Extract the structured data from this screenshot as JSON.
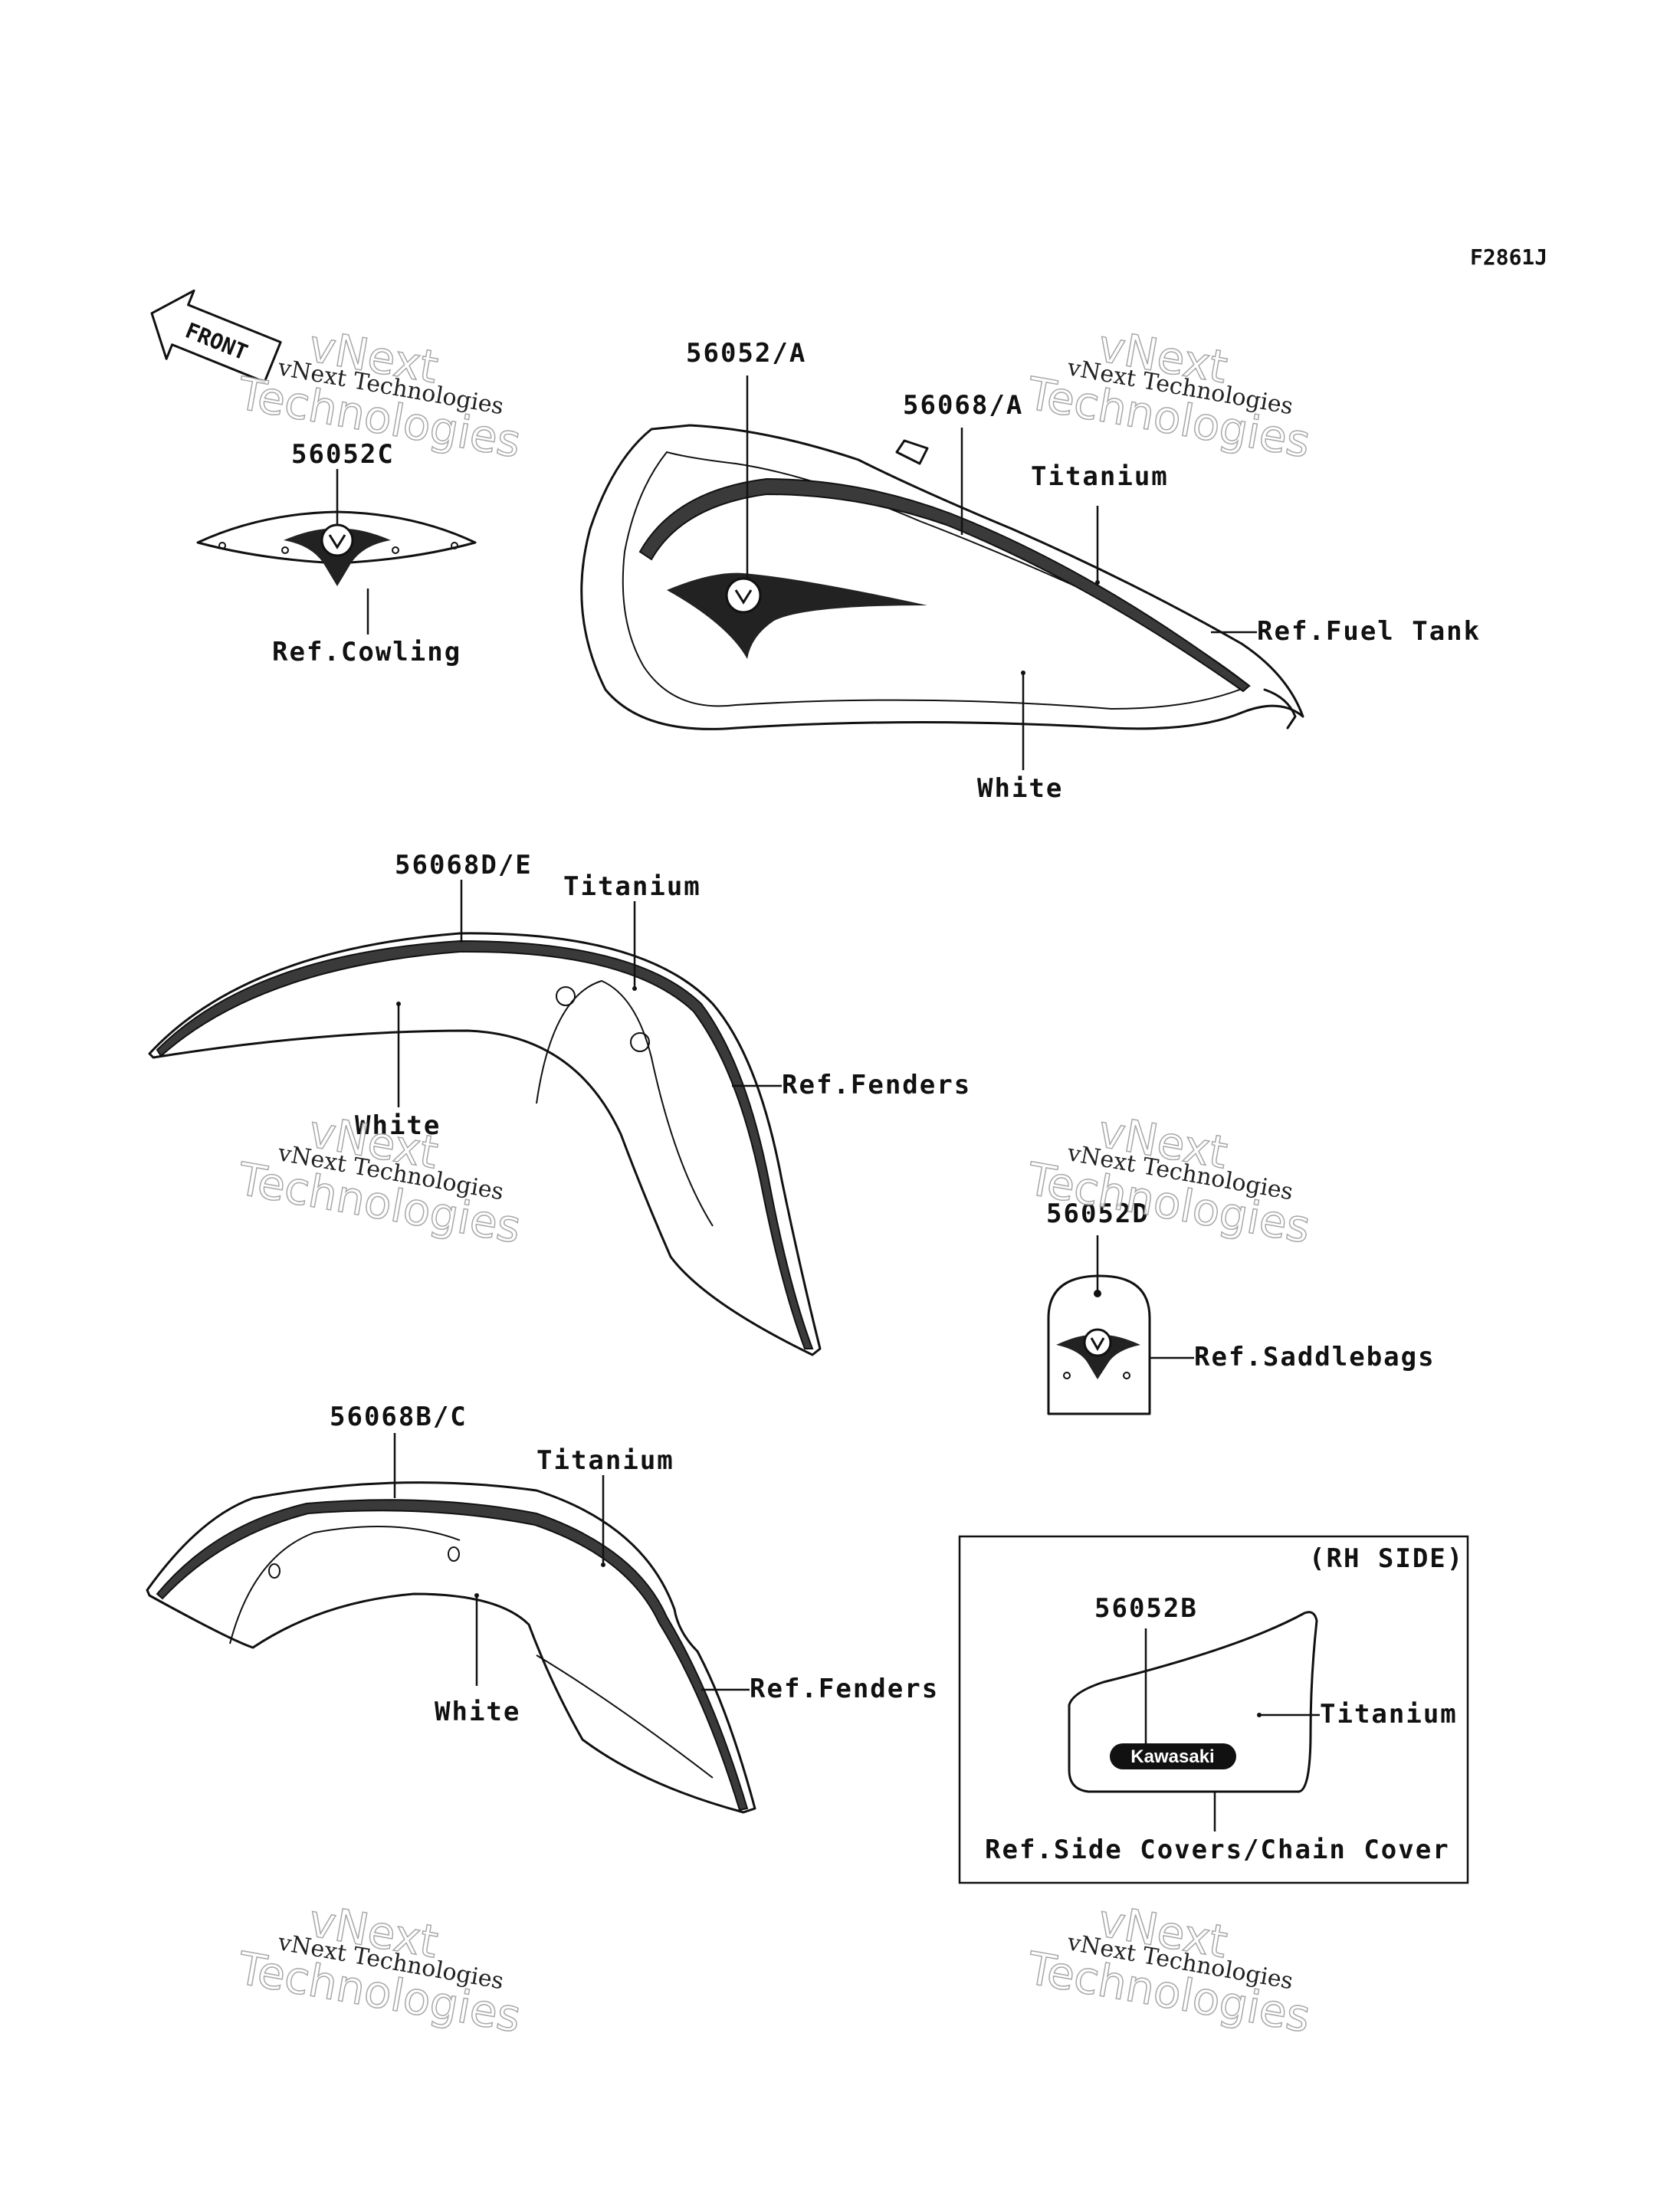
{
  "code": "F2861J",
  "front_label": "FRONT",
  "watermark": {
    "line1": "vNext Technologies",
    "line2a": "vNext",
    "line2b": "Technologies"
  },
  "parts": {
    "cowling": {
      "part_no": "56052C",
      "ref": "Ref.Cowling"
    },
    "fuel_tank": {
      "emblem_no": "56052/A",
      "stripe_no": "56068/A",
      "color_upper": "Titanium",
      "color_lower": "White",
      "ref": "Ref.Fuel Tank"
    },
    "front_fender": {
      "stripe_no": "56068D/E",
      "color_upper": "Titanium",
      "color_lower": "White",
      "ref": "Ref.Fenders"
    },
    "saddlebag": {
      "part_no": "56052D",
      "ref": "Ref.Saddlebags"
    },
    "rear_fender": {
      "stripe_no": "56068B/C",
      "color_upper": "Titanium",
      "color_lower": "White",
      "ref": "Ref.Fenders"
    },
    "side_cover": {
      "box_label": "(RH SIDE)",
      "part_no": "56052B",
      "brand": "Kawasaki",
      "color": "Titanium",
      "ref": "Ref.Side Covers/Chain Cover"
    }
  }
}
